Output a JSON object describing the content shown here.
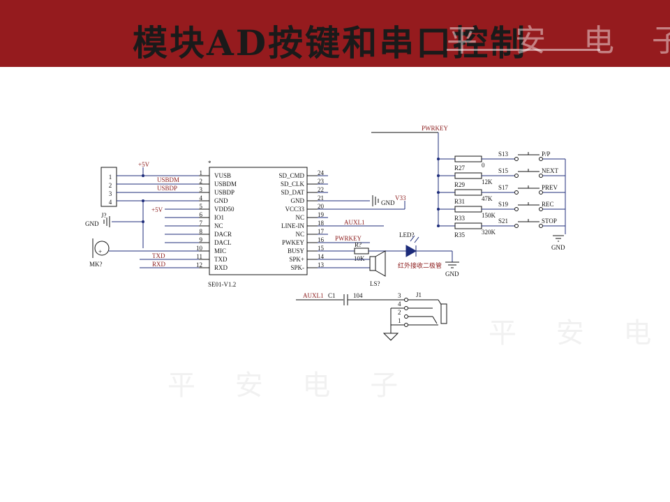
{
  "header": {
    "title": "模块AD按键和串口控制",
    "watermark": "平 安 电 子"
  },
  "colors": {
    "banner": "#951b1e",
    "wire": "#1c2b7a",
    "net_label": "#8b1a1a"
  },
  "connector": {
    "pins": [
      "1",
      "2",
      "3",
      "4"
    ],
    "ref": "J?",
    "gnd": "GND"
  },
  "mic": {
    "ref": "MK?",
    "plus": "+"
  },
  "ic": {
    "marker": "*",
    "ref": "SE01-V1.2",
    "left_pins": [
      {
        "num": "1",
        "name": "VUSB"
      },
      {
        "num": "2",
        "name": "USBDM"
      },
      {
        "num": "3",
        "name": "USBDP"
      },
      {
        "num": "4",
        "name": "GND"
      },
      {
        "num": "5",
        "name": "VDD50"
      },
      {
        "num": "6",
        "name": "IO1"
      },
      {
        "num": "7",
        "name": "NC"
      },
      {
        "num": "8",
        "name": "DACR"
      },
      {
        "num": "9",
        "name": "DACL"
      },
      {
        "num": "10",
        "name": "MIC"
      },
      {
        "num": "11",
        "name": "TXD"
      },
      {
        "num": "12",
        "name": "RXD"
      }
    ],
    "right_pins": [
      {
        "num": "24",
        "name": "SD_CMD"
      },
      {
        "num": "23",
        "name": "SD_CLK"
      },
      {
        "num": "22",
        "name": "SD_DAT"
      },
      {
        "num": "21",
        "name": "GND"
      },
      {
        "num": "20",
        "name": "VCC33"
      },
      {
        "num": "19",
        "name": "NC"
      },
      {
        "num": "18",
        "name": "LINE-IN"
      },
      {
        "num": "17",
        "name": "NC"
      },
      {
        "num": "16",
        "name": "PWKEY"
      },
      {
        "num": "15",
        "name": "BUSY"
      },
      {
        "num": "14",
        "name": "SPK+"
      },
      {
        "num": "13",
        "name": "SPK-"
      }
    ]
  },
  "nets": {
    "p5v_top": "+5V",
    "usbdm": "USBDM",
    "usbdp": "USBDP",
    "p5v": "+5V",
    "txd": "TXD",
    "rxd": "RXD",
    "gnd": "GND",
    "v33": "V33",
    "auxl1": "AUXL1",
    "pwrkey": "PWRKEY",
    "pwrkey_top": "PWRKEY"
  },
  "r1": {
    "ref": "R?",
    "value": "10K"
  },
  "led": {
    "ref": "LED?",
    "desc": "红外接收二极管",
    "gnd": "GND"
  },
  "speaker": {
    "ref": "LS?"
  },
  "key_ladder": {
    "resistors": [
      {
        "ref": "R27",
        "value": "0"
      },
      {
        "ref": "R29",
        "value": "12K"
      },
      {
        "ref": "R31",
        "value": "47K"
      },
      {
        "ref": "R33",
        "value": "150K"
      },
      {
        "ref": "R35",
        "value": "320K"
      }
    ],
    "switches": [
      {
        "ref": "S13",
        "label": "P/P"
      },
      {
        "ref": "S15",
        "label": "NEXT"
      },
      {
        "ref": "S17",
        "label": "PREV"
      },
      {
        "ref": "S19",
        "label": "REC"
      },
      {
        "ref": "S21",
        "label": "STOP"
      }
    ],
    "gnd": "GND"
  },
  "audio": {
    "net": "AUXL1",
    "cap_ref": "C1",
    "cap_value": "104",
    "jack_ref": "J1",
    "pins": [
      "3",
      "4",
      "2",
      "1"
    ]
  }
}
